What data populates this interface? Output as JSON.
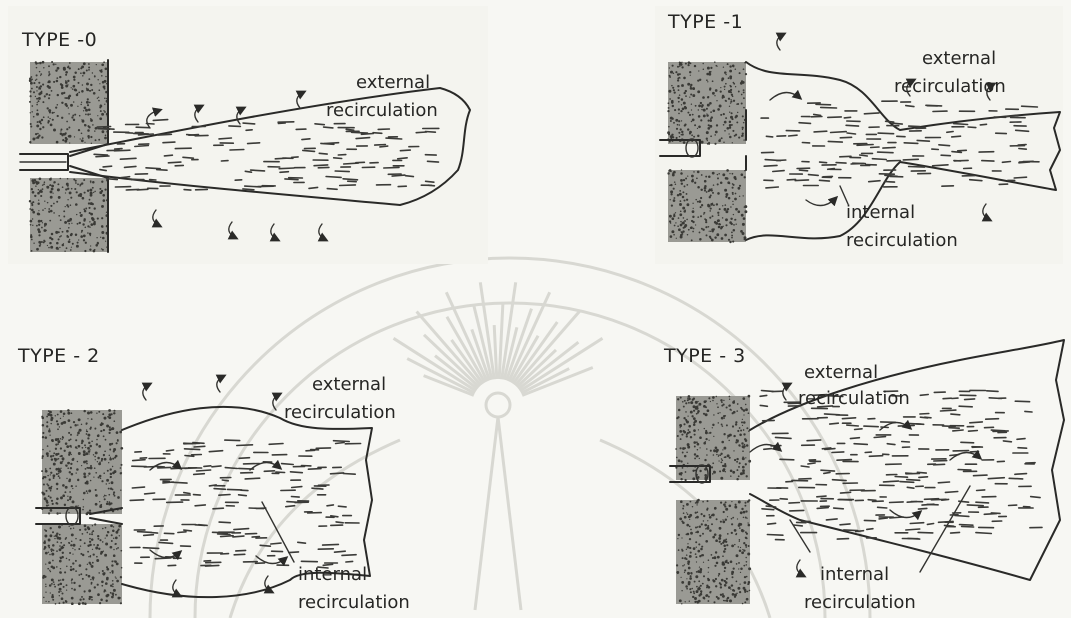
{
  "panels": [
    {
      "title": "TYPE -0",
      "annotations": [
        "external",
        "recirculation"
      ]
    },
    {
      "title": "TYPE -1",
      "annotations": [
        "external",
        "recirculation",
        "internal",
        "recirculation"
      ]
    },
    {
      "title": "TYPE - 2",
      "annotations": [
        "external",
        "recirculation",
        "internal",
        "recirculation"
      ]
    },
    {
      "title": "TYPE - 3",
      "annotations": [
        "external",
        "recirculation",
        "internal",
        "recirculation"
      ]
    }
  ],
  "colors": {
    "ink": "#2a2a28",
    "paper": "#f7f7f3",
    "wall": "#9a9a94",
    "watermark": "#d8d8d2"
  }
}
